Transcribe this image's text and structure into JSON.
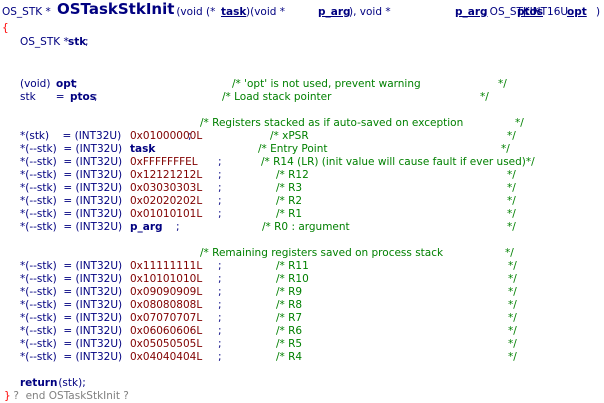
{
  "editor": {
    "title": "OSTaskStkInit source listing",
    "lines": [
      [
        {
          "text": "OS_STK *",
          "k": "plain"
        },
        {
          "text": "OSTaskStkInit",
          "k": "fn"
        },
        {
          "text": " (void (*",
          "k": "plain"
        },
        {
          "text": "task",
          "k": "ul"
        },
        {
          "text": ")(void *",
          "k": "plain"
        },
        {
          "text": "p_arg",
          "k": "ul"
        },
        {
          "text": "), void *",
          "k": "plain"
        },
        {
          "text": "p_arg",
          "k": "ul"
        },
        {
          "text": ", OS_STK *",
          "k": "plain"
        },
        {
          "text": "ptos",
          "k": "ul"
        },
        {
          "text": ", INT16U ",
          "k": "plain"
        },
        {
          "text": "opt",
          "k": "ul"
        },
        {
          "text": ")",
          "k": "plain"
        }
      ],
      [
        {
          "text": "{",
          "k": "punc"
        }
      ],
      [
        {
          "text": "OS_STK *",
          "k": "plain"
        },
        {
          "text": "stk",
          "k": "kw"
        },
        {
          "text": ";",
          "k": "plain"
        }
      ],
      [],
      [],
      [
        {
          "text": "(void)",
          "k": "plain"
        },
        {
          "text": "opt",
          "k": "kw"
        },
        {
          "text": ";",
          "k": "plain"
        },
        {
          "text": "/* 'opt' is not used, prevent warning",
          "k": "cmt"
        },
        {
          "text": "*/",
          "k": "cmt"
        }
      ],
      [
        {
          "text": "stk      = ",
          "k": "plain"
        },
        {
          "text": "ptos",
          "k": "kw"
        },
        {
          "text": ";",
          "k": "plain"
        },
        {
          "text": "/* Load stack pointer",
          "k": "cmt"
        },
        {
          "text": "*/",
          "k": "cmt"
        }
      ],
      [],
      [
        {
          "text": "/* Registers stacked as if auto-saved on exception",
          "k": "cmt"
        },
        {
          "text": "*/",
          "k": "cmt"
        }
      ],
      [
        {
          "text": "*(stk)    = (INT32U)",
          "k": "plain"
        },
        {
          "text": "0x01000000L",
          "k": "num"
        },
        {
          "text": ";",
          "k": "plain"
        },
        {
          "text": "/* xPSR",
          "k": "cmt"
        },
        {
          "text": "*/",
          "k": "cmt"
        }
      ],
      [
        {
          "text": "*(--stk)  = (INT32U)",
          "k": "plain"
        },
        {
          "text": "task",
          "k": "kw"
        },
        {
          "text": ";",
          "k": "plain"
        },
        {
          "text": "/* Entry Point",
          "k": "cmt"
        },
        {
          "text": "*/",
          "k": "cmt"
        }
      ],
      [
        {
          "text": "*(--stk)  = (INT32U)",
          "k": "plain"
        },
        {
          "text": "0xFFFFFFFEL",
          "k": "num"
        },
        {
          "text": ";",
          "k": "plain"
        },
        {
          "text": "/* R14 (LR) (init value will cause fault if ever used)*/",
          "k": "cmt"
        }
      ],
      [
        {
          "text": "*(--stk)  = (INT32U)",
          "k": "plain"
        },
        {
          "text": "0x12121212L",
          "k": "num"
        },
        {
          "text": ";",
          "k": "plain"
        },
        {
          "text": "/* R12",
          "k": "cmt"
        },
        {
          "text": "*/",
          "k": "cmt"
        }
      ],
      [
        {
          "text": "*(--stk)  = (INT32U)",
          "k": "plain"
        },
        {
          "text": "0x03030303L",
          "k": "num"
        },
        {
          "text": ";",
          "k": "plain"
        },
        {
          "text": "/* R3",
          "k": "cmt"
        },
        {
          "text": "*/",
          "k": "cmt"
        }
      ],
      [
        {
          "text": "*(--stk)  = (INT32U)",
          "k": "plain"
        },
        {
          "text": "0x02020202L",
          "k": "num"
        },
        {
          "text": ";",
          "k": "plain"
        },
        {
          "text": "/* R2",
          "k": "cmt"
        },
        {
          "text": "*/",
          "k": "cmt"
        }
      ],
      [
        {
          "text": "*(--stk)  = (INT32U)",
          "k": "plain"
        },
        {
          "text": "0x01010101L",
          "k": "num"
        },
        {
          "text": ";",
          "k": "plain"
        },
        {
          "text": "/* R1",
          "k": "cmt"
        },
        {
          "text": "*/",
          "k": "cmt"
        }
      ],
      [
        {
          "text": "*(--stk)  = (INT32U)",
          "k": "plain"
        },
        {
          "text": "p_arg",
          "k": "kw"
        },
        {
          "text": ";",
          "k": "plain"
        },
        {
          "text": "/* R0 : argument",
          "k": "cmt"
        },
        {
          "text": "*/",
          "k": "cmt"
        }
      ],
      [],
      [
        {
          "text": "/* Remaining registers saved on process stack",
          "k": "cmt"
        },
        {
          "text": "*/",
          "k": "cmt"
        }
      ],
      [
        {
          "text": "*(--stk)  = (INT32U)",
          "k": "plain"
        },
        {
          "text": "0x11111111L",
          "k": "num"
        },
        {
          "text": ";",
          "k": "plain"
        },
        {
          "text": "/* R11",
          "k": "cmt"
        },
        {
          "text": "*/",
          "k": "cmt"
        }
      ],
      [
        {
          "text": "*(--stk)  = (INT32U)",
          "k": "plain"
        },
        {
          "text": "0x10101010L",
          "k": "num"
        },
        {
          "text": ";",
          "k": "plain"
        },
        {
          "text": "/* R10",
          "k": "cmt"
        },
        {
          "text": "*/",
          "k": "cmt"
        }
      ],
      [
        {
          "text": "*(--stk)  = (INT32U)",
          "k": "plain"
        },
        {
          "text": "0x09090909L",
          "k": "num"
        },
        {
          "text": ";",
          "k": "plain"
        },
        {
          "text": "/* R9",
          "k": "cmt"
        },
        {
          "text": "*/",
          "k": "cmt"
        }
      ],
      [
        {
          "text": "*(--stk)  = (INT32U)",
          "k": "plain"
        },
        {
          "text": "0x08080808L",
          "k": "num"
        },
        {
          "text": ";",
          "k": "plain"
        },
        {
          "text": "/* R8",
          "k": "cmt"
        },
        {
          "text": "*/",
          "k": "cmt"
        }
      ],
      [
        {
          "text": "*(--stk)  = (INT32U)",
          "k": "plain"
        },
        {
          "text": "0x07070707L",
          "k": "num"
        },
        {
          "text": ";",
          "k": "plain"
        },
        {
          "text": "/* R7",
          "k": "cmt"
        },
        {
          "text": "*/",
          "k": "cmt"
        }
      ],
      [
        {
          "text": "*(--stk)  = (INT32U)",
          "k": "plain"
        },
        {
          "text": "0x06060606L",
          "k": "num"
        },
        {
          "text": ";",
          "k": "plain"
        },
        {
          "text": "/* R6",
          "k": "cmt"
        },
        {
          "text": "*/",
          "k": "cmt"
        }
      ],
      [
        {
          "text": "*(--stk)  = (INT32U)",
          "k": "plain"
        },
        {
          "text": "0x05050505L",
          "k": "num"
        },
        {
          "text": ";",
          "k": "plain"
        },
        {
          "text": "/* R5",
          "k": "cmt"
        },
        {
          "text": "*/",
          "k": "cmt"
        }
      ],
      [
        {
          "text": "*(--stk)  = (INT32U)",
          "k": "plain"
        },
        {
          "text": "0x04040404L",
          "k": "num"
        },
        {
          "text": ";",
          "k": "plain"
        },
        {
          "text": "/* R4",
          "k": "cmt"
        },
        {
          "text": "*/",
          "k": "cmt"
        }
      ],
      [],
      [
        {
          "text": "return",
          "k": "kw"
        },
        {
          "text": " (stk);",
          "k": "plain"
        }
      ],
      [
        {
          "text": "}",
          "k": "punc"
        },
        {
          "text": " ?  end OSTaskStkInit ?",
          "k": "gray"
        }
      ]
    ]
  }
}
